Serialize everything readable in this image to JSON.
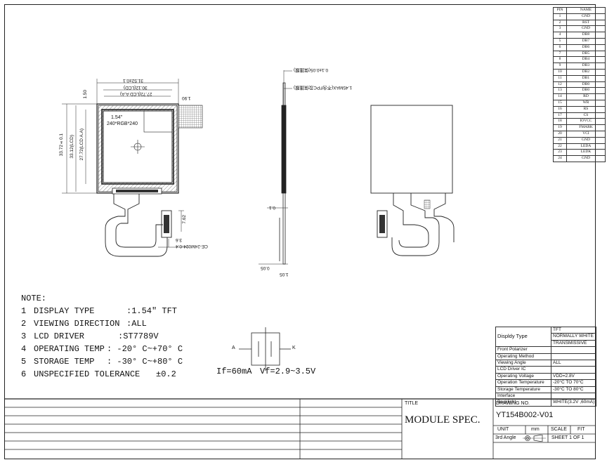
{
  "pin_table": {
    "header": [
      "PIN",
      "NAME"
    ],
    "rows": [
      [
        "1",
        "GND"
      ],
      [
        "2",
        "RST"
      ],
      [
        "3",
        "GND"
      ],
      [
        "4",
        "DB8"
      ],
      [
        "5",
        "DB7"
      ],
      [
        "6",
        "DB6"
      ],
      [
        "7",
        "DB5"
      ],
      [
        "8",
        "DB4"
      ],
      [
        "9",
        "DB3"
      ],
      [
        "10",
        "DB2"
      ],
      [
        "11",
        "DB1"
      ],
      [
        "12",
        "DB0"
      ],
      [
        "13",
        "DB0"
      ],
      [
        "14",
        "RD"
      ],
      [
        "15",
        "WR"
      ],
      [
        "16",
        "RS"
      ],
      [
        "17",
        "CS"
      ],
      [
        "18",
        "IOVCC"
      ],
      [
        "19",
        "FMARK"
      ],
      [
        "20",
        "VCI"
      ],
      [
        "21",
        "GND"
      ],
      [
        "22",
        "LEDA"
      ],
      [
        "23",
        "LEDK"
      ],
      [
        "24",
        "GND"
      ]
    ]
  },
  "drawing": {
    "width_dims": [
      "31.52±0.1",
      "30.12(LCD)",
      "27.72(LCD A.A)"
    ],
    "left_margin": "1.50",
    "right_margin": "1.90",
    "height_dims": [
      "33.72±0.1",
      "33.12(LCD)",
      "27.72(LCD A.A)"
    ],
    "active_text": [
      "1.54\"",
      "240*RGB*240"
    ],
    "connector_dims": [
      "7.62",
      "3.6"
    ],
    "connector_label": "CE-24M024-0.4",
    "side_labels": [
      "0.1±0.05(保護膜)",
      "1.45MAX(不含FPC及保護膜)"
    ],
    "side_dims": [
      "0.1",
      "0.05",
      "1.05"
    ]
  },
  "notes": {
    "title": "NOTE:",
    "items": [
      {
        "num": "1",
        "label": "DISPLAY TYPE",
        "value": ":1.54\" TFT"
      },
      {
        "num": "2",
        "label": "VIEWING DIRECTION",
        "value": ":ALL"
      },
      {
        "num": "3",
        "label": "LCD DRIVER",
        "value": ":ST7789V"
      },
      {
        "num": "4",
        "label": "OPERATING TEMP",
        "value": ": -20° C~+70° C"
      },
      {
        "num": "5",
        "label": "STORAGE TEMP",
        "value": ": -30° C~+80° C"
      },
      {
        "num": "6",
        "label": "UNSPECIFIED TOLERANCE",
        "value": "±0.2"
      }
    ]
  },
  "backlight": {
    "anode": "A",
    "cathode": "K",
    "if_text": "If=60mA",
    "vf_text": "Vf=2.9~3.5V"
  },
  "spec_table": {
    "display_type_label": "Displdy Type",
    "display_type_values": [
      "TFT",
      "NORMALLY WHITE",
      "TRANSMISSIVE"
    ],
    "rows": [
      [
        "Front Polarizer",
        ""
      ],
      [
        "Operating Method",
        ""
      ],
      [
        "Viewing Angle",
        "ALL"
      ],
      [
        "LCD Driver IC",
        ""
      ],
      [
        "Operating Voltage",
        "VDD=2.8V"
      ],
      [
        "Operation Temperature",
        "-20°C TO 70°C"
      ],
      [
        "Storage Temperature",
        "-30°C TO 80°C"
      ],
      [
        "Interface",
        ""
      ],
      [
        "Backlight",
        "WHITE(3.2V ,60mA)"
      ]
    ]
  },
  "title_block": {
    "title_label": "TITLE",
    "title_value": "MODULE SPEC.",
    "drawing_no_label": "DRAWING NO.",
    "drawing_no_value": "YT154B002-V01",
    "unit_label": "UNIT",
    "unit_value": "mm",
    "scale_label": "SCALE",
    "scale_value": "FIT",
    "angle_label": "3rd Angle",
    "sheet_value": "SHEET 1 OF 1"
  }
}
